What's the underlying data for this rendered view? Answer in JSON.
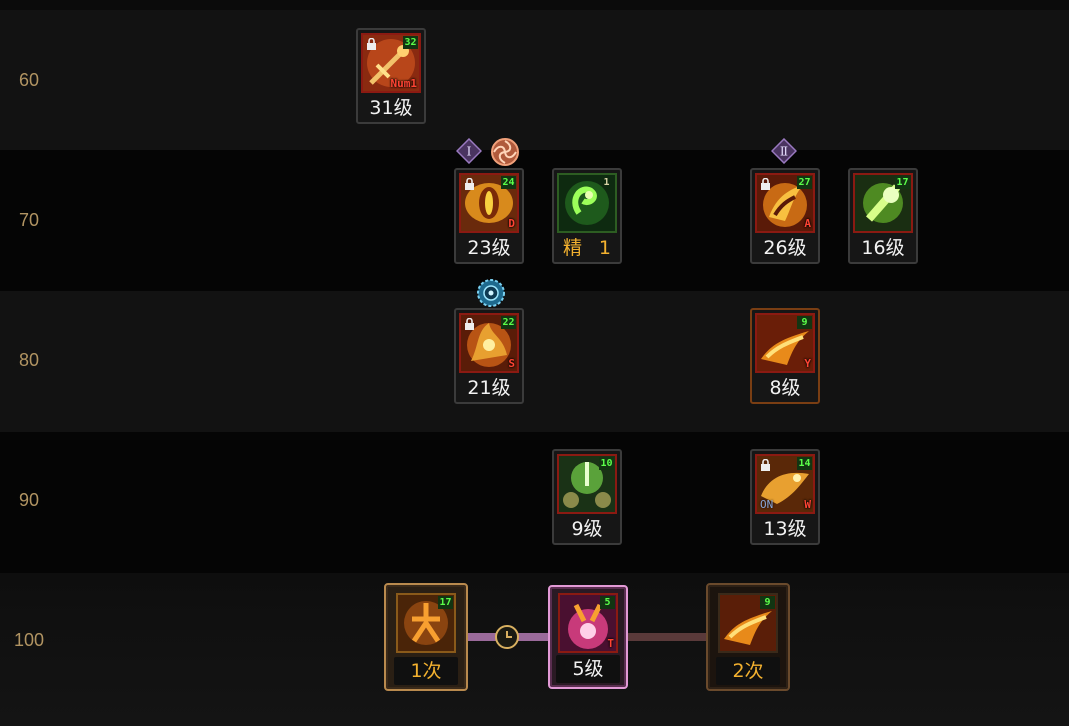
{
  "levels": [
    "60",
    "70",
    "80",
    "90",
    "100"
  ],
  "colors": {
    "level_text": "#b19462",
    "count_badge": "#5bff4a",
    "hotkey": "#ff4433",
    "gold_label": "#f3b12f"
  },
  "skills": {
    "s60": {
      "count": "32",
      "hotkey": "Num1",
      "label": "31级",
      "icon": "bone-lance-icon"
    },
    "s70a": {
      "count": "24",
      "hotkey": "D",
      "label": "23级",
      "icon": "dragon-eye-icon"
    },
    "s70b": {
      "count": "1",
      "label_left": "精",
      "label_right": "1",
      "icon": "green-spirit-icon"
    },
    "s70c": {
      "count": "27",
      "hotkey": "A",
      "label": "26级",
      "icon": "fire-claw-icon"
    },
    "s70d": {
      "count": "17",
      "label": "16级",
      "icon": "green-burst-icon"
    },
    "s80a": {
      "count": "22",
      "hotkey": "S",
      "label": "21级",
      "icon": "flame-mane-icon"
    },
    "s80b": {
      "count": "9",
      "hotkey": "Y",
      "label": "8级",
      "icon": "flame-wave-icon"
    },
    "s90a": {
      "count": "10",
      "label": "9级",
      "icon": "nature-orb-icon"
    },
    "s90b": {
      "count": "14",
      "hotkey_left": "ON",
      "hotkey": "W",
      "label": "13级",
      "icon": "beast-rush-icon"
    },
    "s100a": {
      "count": "17",
      "label": "1次",
      "icon": "rune-sigil-icon"
    },
    "s100b": {
      "count": "5",
      "hotkey": "T",
      "label": "5级",
      "icon": "pink-bloom-icon"
    },
    "s100c": {
      "count": "9",
      "label": "2次",
      "icon": "flame-wave-icon"
    }
  },
  "badges": {
    "awaken1": "Ⅰ",
    "awaken2": "Ⅱ"
  }
}
